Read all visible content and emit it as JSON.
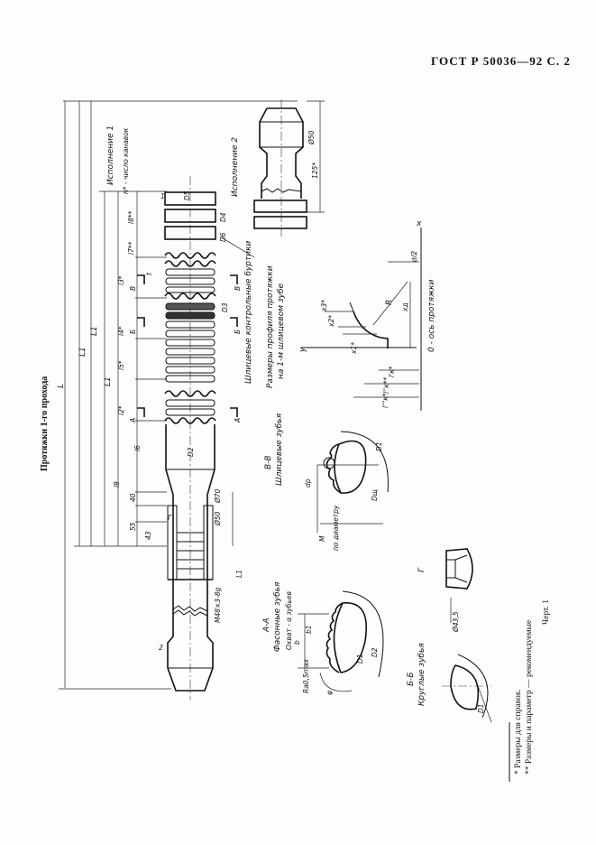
{
  "header": {
    "title": "ГОСТ Р 50036—92 С. 2"
  },
  "drawing_title": "Протяжки 1-го прохода",
  "figure_label": "Черт. 1",
  "footnotes": [
    "* Размеры для справок.",
    "** Размеры и параметр — рекомендуемые"
  ],
  "overall_dims": {
    "L": "L",
    "L1_a": "L1",
    "L1_b": "L1",
    "L1_c": "L1"
  },
  "variant1": {
    "title": "Исполнение 1",
    "grooves": "n* - число канавок",
    "pos1": "1",
    "pos2": "2"
  },
  "variant2": {
    "title": "Исполнение 2",
    "dia": "Ø50",
    "len": "125*"
  },
  "body_dims": {
    "l8": "l8**",
    "l7": "l7**",
    "l3": "l3*",
    "l4": "l4*",
    "l5": "l5*",
    "l2": "l2*",
    "l6": "l6",
    "l9": "l9",
    "t": "t",
    "d40": "40",
    "d55": "55",
    "d43": "43",
    "L1": "L1",
    "D5": "D5",
    "D4": "D4",
    "D6": "D6",
    "D3": "D3",
    "Dz": "D2",
    "phi70": "Ø70",
    "phi50": "Ø50",
    "thread": "M48×3-8g"
  },
  "section_marks": {
    "A": "А",
    "B": "Б",
    "V": "В",
    "G": "Г"
  },
  "spline_collars": "Шлицевые контрольные буртики",
  "profile": {
    "title_line1": "Размеры профиля протяжки",
    "title_line2": "на 1-м шлицевом зубе",
    "axis_note": "0 - ось протяжки",
    "x": "x",
    "y": "y",
    "x1": "x1*",
    "x2": "x2*",
    "x3": "x3*",
    "xd": "xд",
    "R": "R",
    "lk1": "l'к*",
    "lk2": "l''к**",
    "lk3": "l'''к*",
    "d0": "σ/2"
  },
  "section_vv": {
    "title": "В-В",
    "subtitle": "Шлицевые зубья",
    "dp": "dр",
    "diam": "по диаметру",
    "M": "М",
    "D1": "D1",
    "Dsh": "Dщ"
  },
  "section_aa": {
    "title": "А-А",
    "subtitle": "Фасонные зубья",
    "wrap": "Охват - α зубьев",
    "b": "b",
    "b1": "b1",
    "ra": "Ra0,5max",
    "phi": "φ",
    "D1": "D1",
    "D2": "D2"
  },
  "section_bb": {
    "title": "Б-Б",
    "subtitle": "Круглые зубья",
    "D1": "D1"
  },
  "view_g": {
    "title": "Г",
    "dia": "Ø43,5"
  }
}
